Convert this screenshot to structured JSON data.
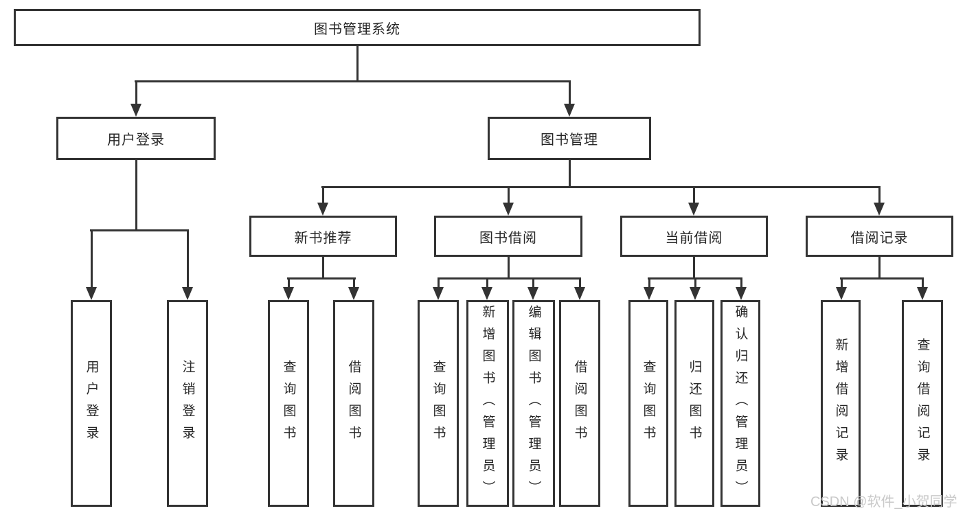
{
  "tree": {
    "root": {
      "label": "图书管理系统",
      "children": [
        {
          "label": "用户登录",
          "children": [
            {
              "label": "用户登录"
            },
            {
              "label": "注销登录"
            }
          ]
        },
        {
          "label": "图书管理",
          "children": [
            {
              "label": "新书推荐",
              "children": [
                {
                  "label": "查询图书"
                },
                {
                  "label": "借阅图书"
                }
              ]
            },
            {
              "label": "图书借阅",
              "children": [
                {
                  "label": "查询图书"
                },
                {
                  "label": "新增图书（管理员）"
                },
                {
                  "label": "编辑图书（管理员）"
                },
                {
                  "label": "借阅图书"
                }
              ]
            },
            {
              "label": "当前借阅",
              "children": [
                {
                  "label": "查询图书"
                },
                {
                  "label": "归还图书"
                },
                {
                  "label": "确认归还（管理员）"
                }
              ]
            },
            {
              "label": "借阅记录",
              "children": [
                {
                  "label": "新增借阅记录"
                },
                {
                  "label": "查询借阅记录"
                }
              ]
            }
          ]
        }
      ]
    }
  },
  "watermark": {
    "text": "CSDN @软件_小贺同学"
  },
  "colors": {
    "line": "#333333",
    "box_border": "#333333",
    "text": "#262626",
    "watermark": "#c9c9c9",
    "background": "#ffffff"
  }
}
